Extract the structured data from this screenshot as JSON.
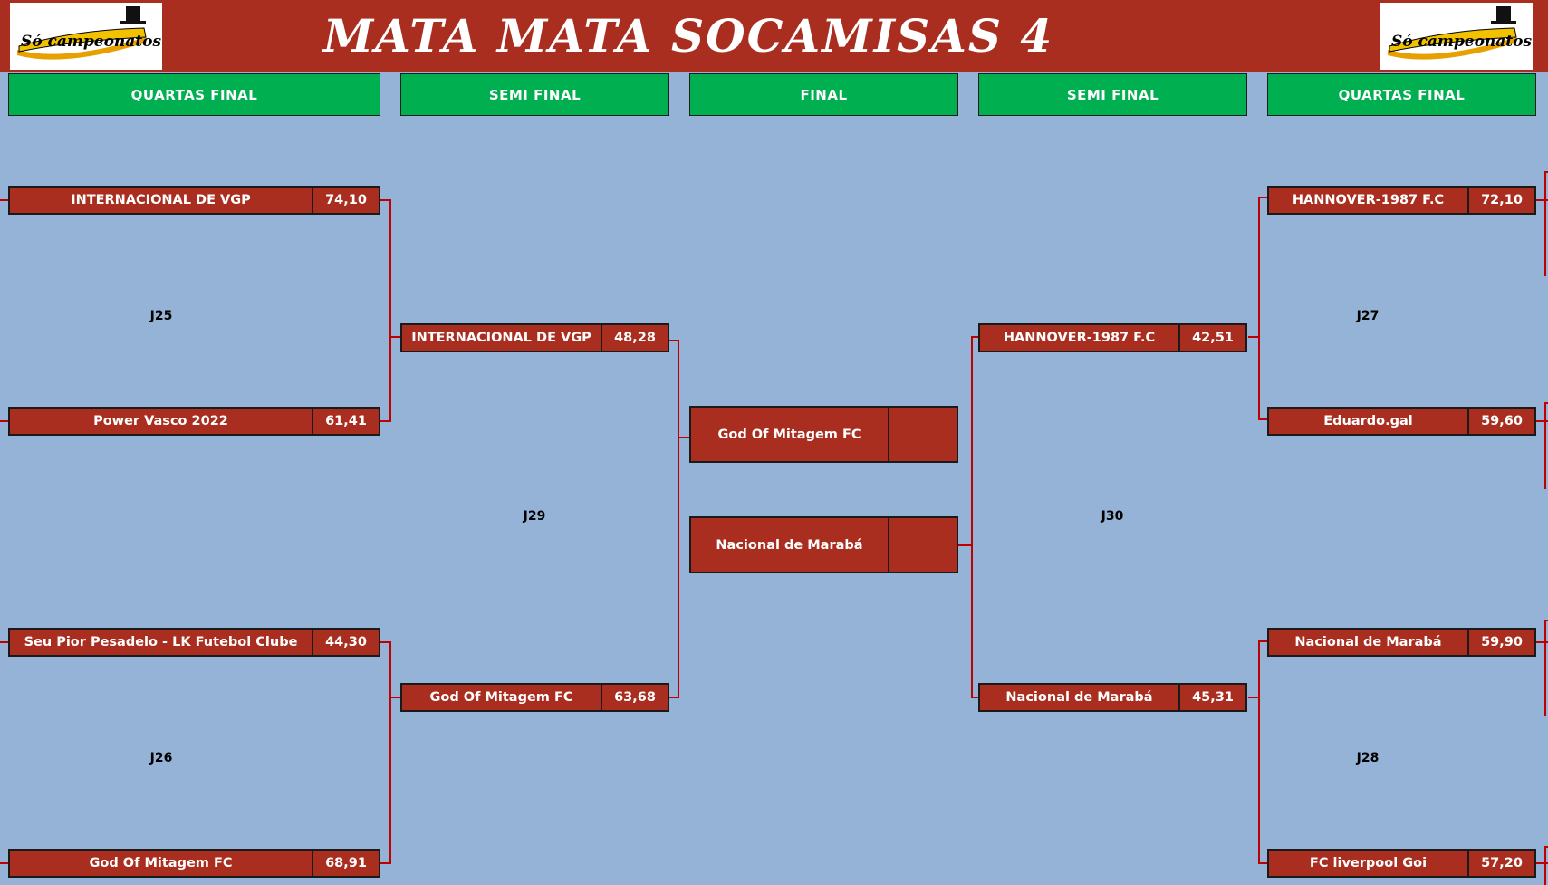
{
  "title": "MATA MATA SOCAMISAS 4",
  "logo_text": "Só campeonatos",
  "colors": {
    "background": "#95b3d7",
    "header": "#a92e1f",
    "round_header": "#00b050",
    "team_box": "#a92e1f",
    "connector": "#c00000"
  },
  "rounds": {
    "left_quarters": "QUARTAS FINAL",
    "left_semis": "SEMI FINAL",
    "final": "FINAL",
    "right_semis": "SEMI FINAL",
    "right_quarters": "QUARTAS FINAL"
  },
  "games": {
    "j25": "J25",
    "j26": "J26",
    "j27": "J27",
    "j28": "J28",
    "j29": "J29",
    "j30": "J30"
  },
  "left_quarters": [
    {
      "name": "INTERNACIONAL DE VGP",
      "score": "74,10"
    },
    {
      "name": "Power Vasco 2022",
      "score": "61,41"
    },
    {
      "name": "Seu Pior Pesadelo - LK Futebol Clube",
      "score": "44,30"
    },
    {
      "name": "God Of Mitagem FC",
      "score": "68,91"
    }
  ],
  "left_semis": [
    {
      "name": "INTERNACIONAL DE VGP",
      "score": "48,28"
    },
    {
      "name": "God Of Mitagem FC",
      "score": "63,68"
    }
  ],
  "final": [
    {
      "name": "God Of Mitagem FC",
      "score": ""
    },
    {
      "name": "Nacional de Marabá",
      "score": ""
    }
  ],
  "right_semis": [
    {
      "name": "HANNOVER-1987 F.C",
      "score": "42,51"
    },
    {
      "name": "Nacional de Marabá",
      "score": "45,31"
    }
  ],
  "right_quarters": [
    {
      "name": "HANNOVER-1987 F.C",
      "score": "72,10"
    },
    {
      "name": "Eduardo.gal",
      "score": "59,60"
    },
    {
      "name": "Nacional de Marabá",
      "score": "59,90"
    },
    {
      "name": "FC liverpool Goi",
      "score": "57,20"
    }
  ]
}
